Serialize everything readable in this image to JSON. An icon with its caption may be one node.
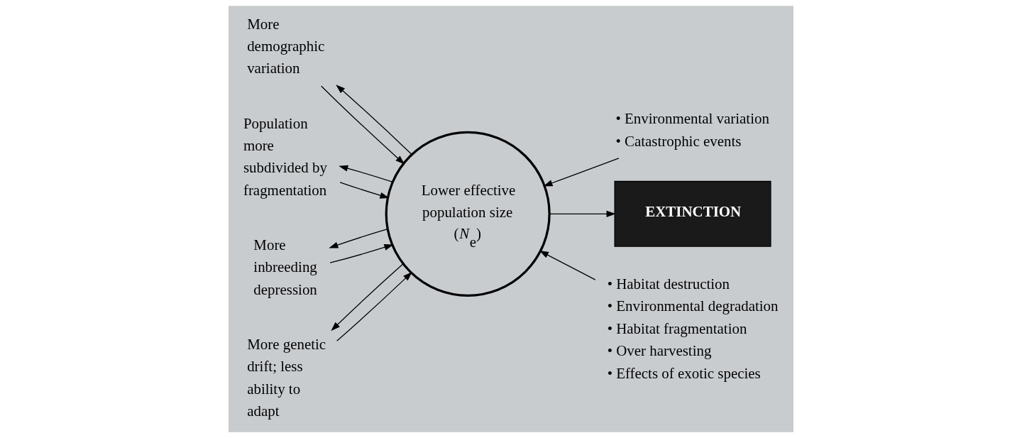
{
  "diagram": {
    "nodes": [
      {
        "text": [
          "Lower effective population size (*N*$_{e}$)"
        ]
      },
      {
        "text": [
          "EXTINCTION"
        ]
      },
      {
        "text": [
          "More demographic variation"
        ]
      },
      {
        "text": [
          "Population more subdivided by fragmentation"
        ]
      },
      {
        "text": [
          "More inbreeding depression"
        ]
      },
      {
        "text": [
          "More genetic drift; less ability to adapt"
        ]
      },
      {
        "text": [
          "• Environmental variation",
          "• Catastrophic events"
        ]
      },
      {
        "text": [
          "• Habitat destruction",
          "• Environmental degradation",
          "• Habitat fragmentation",
          "• Over harvesting",
          "• Effects of exotic species"
        ]
      }
    ],
    "edges": [
      {
        "from": 0,
        "to": 1,
        "arrow": "to"
      },
      {
        "from": 0,
        "to": 2,
        "arrow": "to"
      },
      {
        "from": 2,
        "to": 0,
        "arrow": "to"
      },
      {
        "from": 0,
        "to": 3,
        "arrow": "to"
      },
      {
        "from": 3,
        "to": 0,
        "arrow": "to"
      },
      {
        "from": 0,
        "to": 4,
        "arrow": "to"
      },
      {
        "from": 4,
        "to": 0,
        "arrow": "to"
      },
      {
        "from": 0,
        "to": 5,
        "arrow": "to"
      },
      {
        "from": 5,
        "to": 0,
        "arrow": "to"
      },
      {
        "from": 6,
        "to": 0,
        "arrow": "to"
      },
      {
        "from": 7,
        "to": 0,
        "arrow": "to"
      }
    ]
  }
}
